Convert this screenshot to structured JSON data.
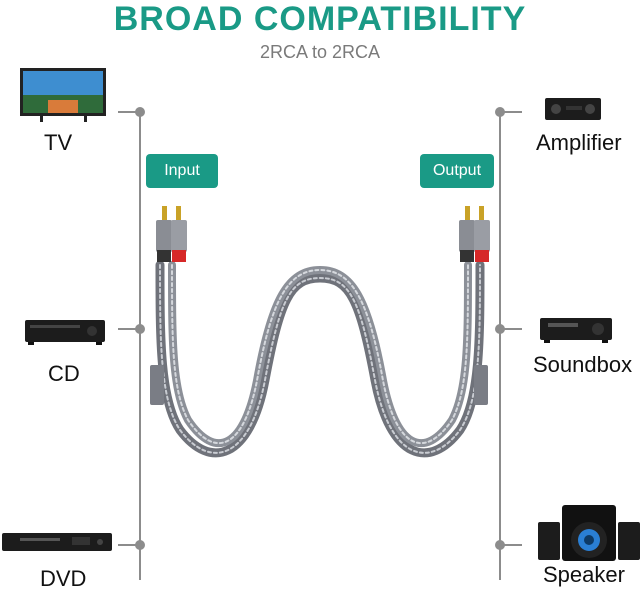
{
  "header": {
    "title": "BROAD COMPATIBILITY",
    "subtitle": "2RCA to 2RCA"
  },
  "ports": {
    "input_label": "Input",
    "output_label": "Output"
  },
  "left_devices": [
    {
      "label": "TV",
      "icon": "tv-icon"
    },
    {
      "label": "CD",
      "icon": "cd-player-icon"
    },
    {
      "label": "DVD",
      "icon": "dvd-player-icon"
    }
  ],
  "right_devices": [
    {
      "label": "Amplifier",
      "icon": "amplifier-icon"
    },
    {
      "label": "Soundbox",
      "icon": "soundbox-icon"
    },
    {
      "label": "Speaker",
      "icon": "speaker-icon"
    }
  ],
  "colors": {
    "accent": "#1a9a86",
    "line": "#8c8c8c",
    "cable": "#7d8088",
    "plug_red": "#d62828"
  }
}
